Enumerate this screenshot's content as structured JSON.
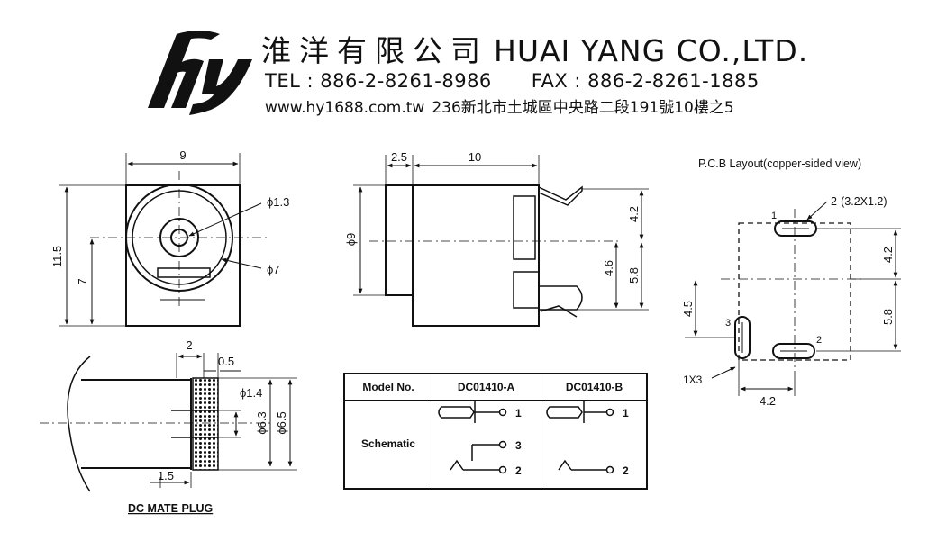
{
  "header": {
    "company_cn": "淮洋有限公司",
    "company_en": "HUAI YANG CO.,LTD.",
    "tel": "TEL : 886-2-8261-8986",
    "fax": "FAX : 886-2-8261-1885",
    "website": "www.hy1688.com.tw",
    "address": "236新北市土城區中央路二段191號10樓之5",
    "logo_letters": "hy"
  },
  "front_view": {
    "width_label": "9",
    "height_label": "11.5",
    "center_height_label": "7",
    "pin_diameter_label": "ϕ1.3",
    "outer_diameter_label": "ϕ7"
  },
  "side_view": {
    "flange_label": "2.5",
    "body_length_label": "10",
    "diameter_label": "ϕ9",
    "dim_a_label": "4.2",
    "dim_b_label": "4.6",
    "dim_c_label": "5.8"
  },
  "pcb_layout": {
    "title": "P.C.B Layout(copper-sided view)",
    "slot_label": "2-(3.2X1.2)",
    "pin1_label": "1",
    "pin2_label": "2",
    "pin3_label": "3",
    "pin3_slot_label": "1X3",
    "dim_right_top": "4.2",
    "dim_right_bottom": "5.8",
    "dim_left": "4.5",
    "dim_bottom": "4.2"
  },
  "mate_plug": {
    "caption": "DC MATE PLUG",
    "dim_top_a": "2",
    "dim_top_b": "0.5",
    "dim_bottom": "1.5",
    "pin_diameter_label": "ϕ1.4",
    "inner_diameter_label": "ϕ6.3",
    "outer_diameter_label": "ϕ6.5"
  },
  "model_table": {
    "header_model": "Model No.",
    "model_a": "DC01410-A",
    "model_b": "DC01410-B",
    "row_label": "Schematic",
    "a_pins": [
      "1",
      "3",
      "2"
    ],
    "b_pins": [
      "1",
      "2"
    ]
  }
}
